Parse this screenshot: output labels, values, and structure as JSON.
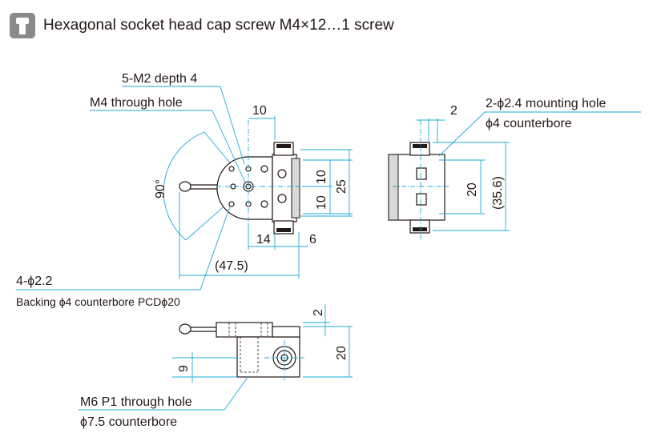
{
  "header": {
    "icon": "screw-icon",
    "title": "Hexagonal socket head cap screw M4×12…1 screw"
  },
  "top_view": {
    "callouts": {
      "tapped_holes": "5-M2 depth 4",
      "through_hole": "M4 through hole",
      "backing_holes": "4-ϕ2.2",
      "backing_note": "Backing ϕ4 counterbore PCDϕ20"
    },
    "dimensions": {
      "top_width": "10",
      "right_upper": "10",
      "right_lower": "10",
      "right_total": "25",
      "bottom_left": "14",
      "bottom_right": "6",
      "overall": "(47.5)",
      "angle": "90°"
    }
  },
  "side_view": {
    "callouts": {
      "mounting_hole": "2-ϕ2.4 mounting hole",
      "counterbore": "ϕ4 counterbore"
    },
    "dimensions": {
      "top_offset": "2",
      "hole_pitch": "20",
      "total_height": "(35.6)"
    }
  },
  "front_view": {
    "callouts": {
      "through_hole": "M6 P1 through hole",
      "counterbore": "ϕ7.5 counterbore"
    },
    "dimensions": {
      "top_step": "2",
      "height": "20",
      "left_height": "9"
    }
  },
  "colors": {
    "dimension_line": "#1ea8d8",
    "outline": "#231815",
    "icon_bg": "#8a8a8a"
  }
}
